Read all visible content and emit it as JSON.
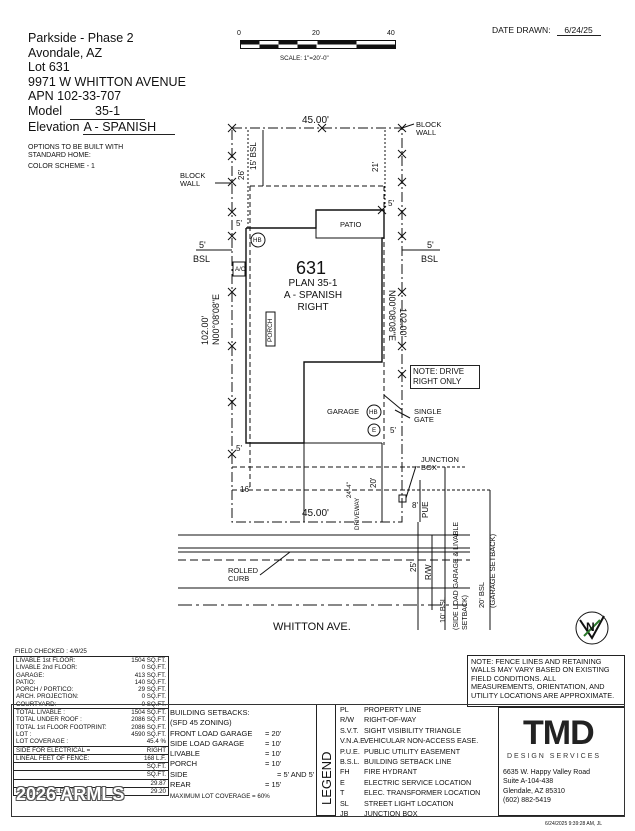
{
  "header": {
    "subdivision": "Parkside - Phase 2",
    "city": "Avondale, AZ",
    "lot": "Lot 631",
    "address": "9971 W WHITTON AVENUE",
    "apn": "APN 102-33-707",
    "model_label": "Model",
    "model_value": "35-1",
    "elevation_label": "Elevation",
    "elevation_value": "A - SPANISH",
    "options_note": "OPTIONS TO BE BUILT WITH STANDARD HOME:",
    "color_scheme": "COLOR SCHEME - 1",
    "date_label": "DATE DRAWN:",
    "date_value": "6/24/25"
  },
  "scale": {
    "ticks": [
      "0",
      "20",
      "40"
    ],
    "label": "SCALE: 1\"=20'-0\""
  },
  "plan": {
    "lot_number": "631",
    "plan_name": "PLAN 35-1",
    "elevation": "A - SPANISH",
    "handing": "RIGHT",
    "frontage_top": "45.00'",
    "frontage_bottom": "45.00'",
    "left_side": "102.00'",
    "left_bearing": "N00°08'08\"E",
    "right_side": "102.00'",
    "right_bearing": "N00°08'08\"E",
    "rear_bsl": "15' BSL",
    "rear_dim_left": "26'",
    "rear_dim_right": "21'",
    "side_5_a": "5'",
    "side_5_b": "5'",
    "side_5_c": "5'",
    "side_5_d": "5'",
    "side_5_e": "5'",
    "side_5_f": "5'",
    "bsl_left": "BSL",
    "bsl_right": "BSL",
    "front_16": "16'",
    "front_20": "20'",
    "front_24": "24'-4\"",
    "front_8": "8'",
    "front_25": "25'",
    "block_wall_left": "BLOCK WALL",
    "block_wall_right": "BLOCK WALL",
    "patio": "PATIO",
    "porch": "PORCH",
    "garage": "GARAGE",
    "ac": "A/C",
    "hb": "HB",
    "e": "E",
    "note_drive": "NOTE: DRIVE RIGHT ONLY",
    "single_gate": "SINGLE GATE",
    "junction_box": "JUNCTION BOX",
    "pue": "PUE",
    "driveway": "DRIVEWAY",
    "rolled_curb": "ROLLED CURB",
    "street": "WHITTON AVE.",
    "rw": "R/W",
    "bsl10": "10' BSL",
    "bsl10_note": "(SIDE LOAD GARAGE & LIVABLE SETBACK)",
    "bsl20": "20' BSL",
    "bsl20_note": "(GARAGE SETBACK)"
  },
  "north_arrow": "N",
  "field_checked": "FIELD CHECKED : 4/9/25",
  "stats": [
    {
      "label": "LIVABLE 1st FLOOR:",
      "value": "1504 SQ.FT."
    },
    {
      "label": "LIVABLE 2nd FLOOR:",
      "value": "0 SQ.FT."
    },
    {
      "label": "GARAGE:",
      "value": "413 SQ.FT."
    },
    {
      "label": "PATIO:",
      "value": "140 SQ.FT."
    },
    {
      "label": "PORCH / PORTICO:",
      "value": "29 SQ.FT."
    },
    {
      "label": "ARCH. PROJECTION:",
      "value": "0 SQ.FT."
    },
    {
      "label": "COURTYARD:",
      "value": "0 SQ.FT."
    }
  ],
  "totals": [
    {
      "label": "TOTAL LIVABLE :",
      "value": "1504 SQ.FT."
    },
    {
      "label": "TOTAL UNDER ROOF :",
      "value": "2086 SQ.FT."
    },
    {
      "label": "TOTAL 1st FLOOR FOOTPRINT:",
      "value": "2086 SQ.FT."
    },
    {
      "label": "LOT :",
      "value": "4590 SQ.FT."
    },
    {
      "label": "LOT COVERAGE :",
      "value": "45.4 %"
    }
  ],
  "electric": {
    "label": "SIDE FOR ELECTRICAL =",
    "value": "RIGHT"
  },
  "fence": {
    "label": "LINEAL FEET OF FENCE:",
    "value": "168 L.F."
  },
  "extra_rows": [
    {
      "label": "",
      "value": "SQ.FT."
    },
    {
      "label": "",
      "value": "SQ.FT."
    },
    {
      "label": "",
      "value": "29.87"
    }
  ],
  "pad": {
    "label": "FINISH PAD ELEVATION:",
    "value": "29.20"
  },
  "watermark": "2026 ARMLS",
  "setbacks": {
    "title": "BUILDING SETBACKS:",
    "zoning": "(SFD 45 ZONING)",
    "rows": [
      {
        "label": "FRONT LOAD GARAGE",
        "value": "= 20'"
      },
      {
        "label": "SIDE LOAD GARAGE",
        "value": "= 10'"
      },
      {
        "label": "LIVABLE",
        "value": "= 10'"
      },
      {
        "label": "PORCH",
        "value": "= 10'"
      },
      {
        "label": "SIDE",
        "value": "= 5' AND 5'"
      },
      {
        "label": "REAR",
        "value": "= 15'"
      }
    ],
    "max_coverage": "MAXIMUM LOT COVERAGE = 60%"
  },
  "legend": {
    "title": "LEGEND",
    "items": [
      {
        "sym": "PL",
        "text": "PROPERTY LINE"
      },
      {
        "sym": "R/W",
        "text": "RIGHT-OF-WAY"
      },
      {
        "sym": "S.V.T.",
        "text": "SIGHT VISIBILITY TRIANGLE"
      },
      {
        "sym": "V.N.A.E.",
        "text": "VEHICULAR NON-ACCESS EASE."
      },
      {
        "sym": "P.U.E.",
        "text": "PUBLIC UTILITY EASEMENT"
      },
      {
        "sym": "B.S.L.",
        "text": "BUILDING SETBACK LINE"
      },
      {
        "sym": "FH",
        "text": "FIRE HYDRANT"
      },
      {
        "sym": "E",
        "text": "ELECTRIC SERVICE LOCATION"
      },
      {
        "sym": "T",
        "text": "ELEC. TRANSFORMER LOCATION"
      },
      {
        "sym": "SL",
        "text": "STREET LIGHT LOCATION"
      },
      {
        "sym": "JB",
        "text": "JUNCTION BOX"
      }
    ]
  },
  "note_fence": "NOTE: FENCE LINES AND RETAINING WALLS MAY VARY BASED ON EXISTING FIELD CONDITIONS. ALL MEASUREMENTS, ORIENTATION, AND UTILITY LOCATIONS ARE APPROXIMATE.",
  "company": {
    "logo": "TMD",
    "tagline": "DESIGN SERVICES",
    "addr1": "6635 W. Happy Valley Road",
    "addr2": "Suite A-104-438",
    "addr3": "Glendale, AZ 85310",
    "phone": "(602) 882-5419"
  },
  "footer_stamp": "6/24/2025 9:39:28 AM, JL"
}
